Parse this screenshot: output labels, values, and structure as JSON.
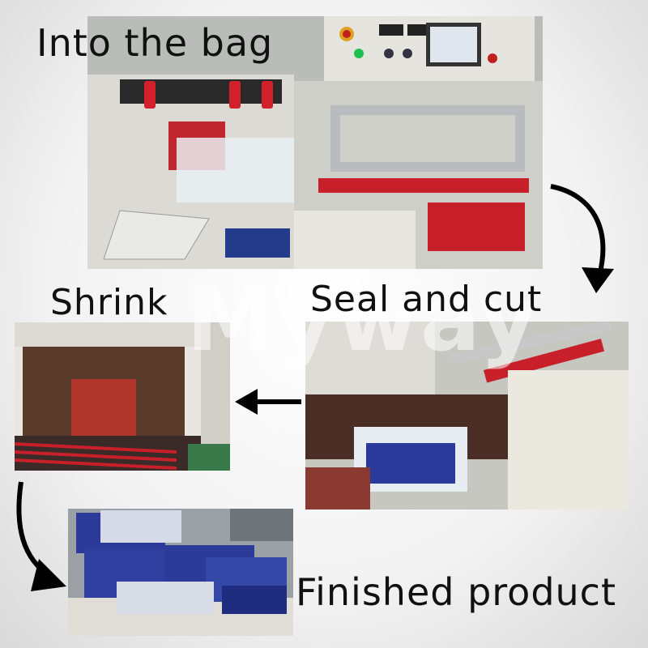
{
  "steps": {
    "into_bag": "Into the bag",
    "seal_cut": "Seal and cut",
    "shrink": "Shrink",
    "finished": "Finished product"
  },
  "watermark": "Myway",
  "colors": {
    "machine_white": "#e8e6e0",
    "seal_red": "#c8202a",
    "belt_brown": "#4a2e26",
    "product_blue": "#2c3a9a",
    "arrow_black": "#000000"
  }
}
